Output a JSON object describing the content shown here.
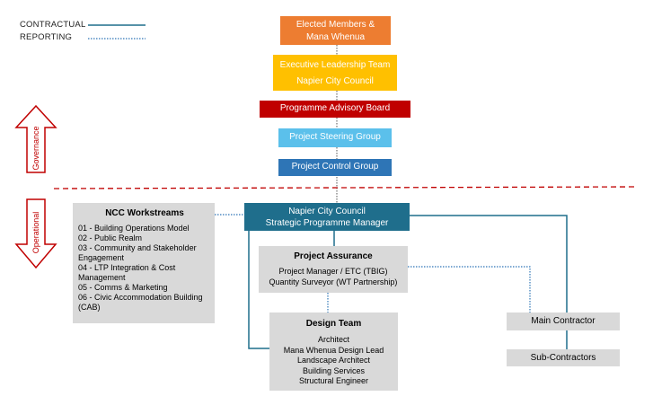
{
  "legend": {
    "contractual": "CONTRACTUAL",
    "reporting": "REPORTING"
  },
  "governance_label": "Governance",
  "operational_label": "Operational",
  "nodes": {
    "elected": [
      "Elected Members &",
      "Mana Whenua"
    ],
    "elt": [
      "Executive Leadership Team",
      "Napier City Council"
    ],
    "pab": "Programme Advisory Board",
    "psg": "Project Steering Group",
    "pcg": "Project Control Group",
    "spm": [
      "Napier City Council",
      "Strategic Programme Manager"
    ],
    "workstreams": {
      "title": "NCC Workstreams",
      "items": [
        "01 -  Building Operations Model",
        "02 - Public Realm",
        "03 - Community and Stakeholder Engagement",
        "04 - LTP Integration & Cost Management",
        "05 - Comms & Marketing",
        "06 - Civic Accommodation Building (CAB)"
      ]
    },
    "assurance": {
      "title": "Project Assurance",
      "items": [
        "Project Manager / ETC (TBIG)",
        "Quantity Surveyor (WT Partnership)"
      ]
    },
    "design": {
      "title": "Design Team",
      "items": [
        "Architect",
        "Mana Whenua Design Lead",
        "Landscape Architect",
        "Building Services",
        "Structural Engineer"
      ]
    },
    "main_contractor": "Main Contractor",
    "sub_contractors": "Sub-Contractors"
  },
  "colors": {
    "contractual_line": "#1F6E8C",
    "reporting_line": "#2E75B6",
    "arrow": "#C00000",
    "divider": "#C00000"
  }
}
